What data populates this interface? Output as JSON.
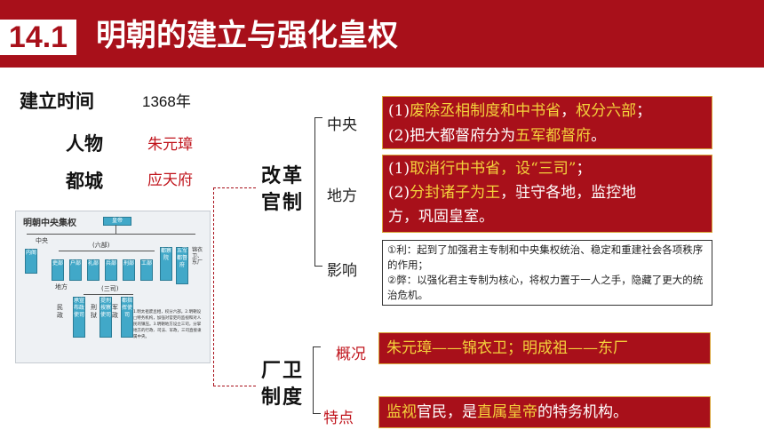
{
  "header": {
    "badge": "14.1",
    "title": "明朝的建立与强化皇权"
  },
  "info": {
    "founding_label": "建立时间",
    "founding_value": "1368年",
    "person_label": "人物",
    "person_value": "朱元璋",
    "capital_label": "都城",
    "capital_value": "应天府"
  },
  "diagram": {
    "title": "明朝中央集权",
    "emperor": "皇帝",
    "central": "中央",
    "six_ministries": "(六部)",
    "local": "地方",
    "three_si": "(三司)",
    "min": "民政",
    "xing": "刑狱",
    "jun": "军政",
    "boxes": [
      "内阁",
      "吏部",
      "户部",
      "礼部",
      "兵部",
      "刑部",
      "工部",
      "都察院",
      "五军都督府"
    ],
    "right_label": "锦衣卫、东厂",
    "si_boxes": [
      "承宣布政使司",
      "提刑按察使司",
      "都指挥使司"
    ],
    "notes": "1.明太祖废丞相，权分六部。2.明朝设□特务机构，加强对官吏的监视和对人民的镇压。3.明朝地方设立三司，分掌地方的行政、司法、军政，三司直接隶属中央。"
  },
  "reform": {
    "label_line1": "改革",
    "label_line2": "官制",
    "central_label": "中央",
    "central_line1_prefix": "(1)",
    "central_line1_hl": "废除丞相制度和中书省",
    "central_line1_mid": "，",
    "central_line1_hl2": "权分六部",
    "central_line1_end": "；",
    "central_line2_prefix": "(2)把大都督府分为",
    "central_line2_hl": "五军都督府",
    "central_line2_end": "。",
    "local_label": "地方",
    "local_line1_prefix": "(1)",
    "local_line1_hl": "取消行中书省，设“三司”",
    "local_line1_end": "；",
    "local_line2_prefix": "(2)",
    "local_line2_hl": "分封诸子为王",
    "local_line2_end": "，驻守各地，监控地",
    "local_line3": "方，巩固皇室。",
    "impact_label": "影响",
    "impact_line1": "①利：起到了加强君主专制和中央集权统治、稳定和重建社会各项秩序的作用；",
    "impact_line2": "②弊：以强化君主专制为核心，将权力置于一人之手，隐藏了更大的统治危机。"
  },
  "factory": {
    "label_line1": "厂卫",
    "label_line2": "制度",
    "overview_label": "概况",
    "overview_text": "朱元璋——锦衣卫；明成祖——东厂",
    "trait_label": "特点",
    "trait_prefix": "监视",
    "trait_mid1": "官民，是",
    "trait_hl": "直属皇帝",
    "trait_end": "的特务机构。"
  },
  "colors": {
    "brand_red": "#a8101a",
    "highlight_yellow": "#f4d23c",
    "text_red": "#c0141c",
    "diagram_blue": "#41a8c8"
  }
}
